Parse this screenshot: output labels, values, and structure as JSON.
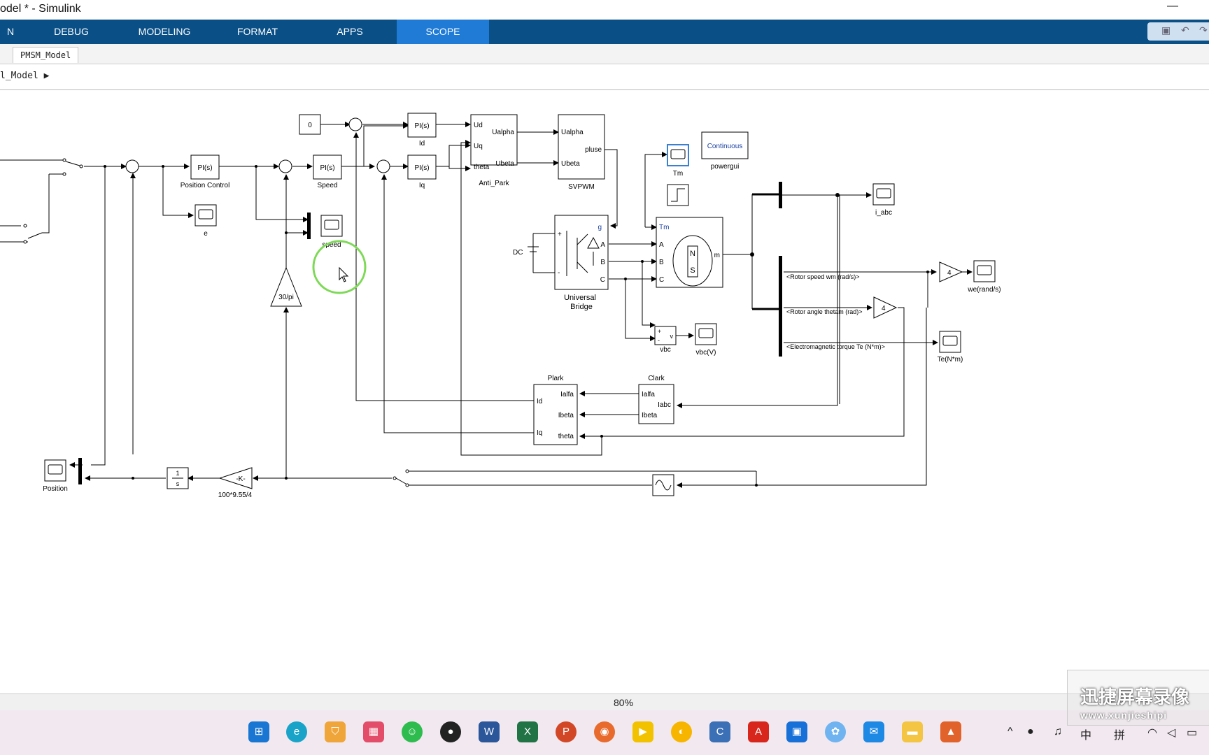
{
  "window": {
    "title": "odel * - Simulink",
    "minimize": "—"
  },
  "ribbon": {
    "tabs": [
      {
        "label": "N"
      },
      {
        "label": "DEBUG"
      },
      {
        "label": "MODELING"
      },
      {
        "label": "FORMAT"
      },
      {
        "label": "APPS"
      },
      {
        "label": "SCOPE"
      }
    ]
  },
  "model_tab": {
    "label": "PMSM_Model"
  },
  "breadcrumb": {
    "label": "l_Model"
  },
  "colors": {
    "ribbon": "#0a4f86",
    "active_tab": "#1f7bd6",
    "highlight": "#7ed957"
  },
  "blocks": {
    "const0": "0",
    "pi": "PI(s)",
    "id_label": "Id",
    "iq_label": "Iq",
    "speed_pi_label": "Speed",
    "pos_ctrl_label": "Position Control",
    "e_label": "e",
    "speed_scope_label": "speed",
    "gain30pi": "30/pi",
    "anti_park": "Anti_Park",
    "ud": "Ud",
    "uq": "Uq",
    "theta": "theta",
    "ualpha": "Ualpha",
    "ubeta": "Ubeta",
    "svpwm": "SVPWM",
    "pluse": "pluse",
    "continuous": "Continuous",
    "powergui": "powergui",
    "tm": "Tm",
    "i_abc": "i_abc",
    "dc": "DC",
    "bridge1": "Universal",
    "bridge2": "Bridge",
    "g": "g",
    "A": "A",
    "B": "B",
    "C": "C",
    "m": "m",
    "N": "N",
    "S": "S",
    "rotor_speed": "<Rotor speed wm (rad/s)>",
    "rotor_angle": "<Rotor angle thetam (rad)>",
    "torque": "<Electromagnetic torque Te (N*m)>",
    "gain4": "4",
    "we": "we(rand/s)",
    "te": "Te(N*m)",
    "vbc": "vbc",
    "vbcv": "vbc(V)",
    "v": "v",
    "plus": "+",
    "minus": "-",
    "plark": "Plark",
    "clark": "Clark",
    "ialfa": "Ialfa",
    "ibeta": "Ibeta",
    "iabc": "Iabc",
    "Id": "Id",
    "Iq": "Iq",
    "position": "Position",
    "integ_num": "1",
    "integ_den": "s",
    "kgain": "-K-",
    "kgain_label": "100*9.55/4"
  },
  "status": {
    "zoom": "80%"
  },
  "watermark": {
    "line1": "迅捷屏幕录像",
    "line2": "www.xunjieshipi"
  },
  "tray": {
    "ime1": "中",
    "ime2": "拼"
  }
}
